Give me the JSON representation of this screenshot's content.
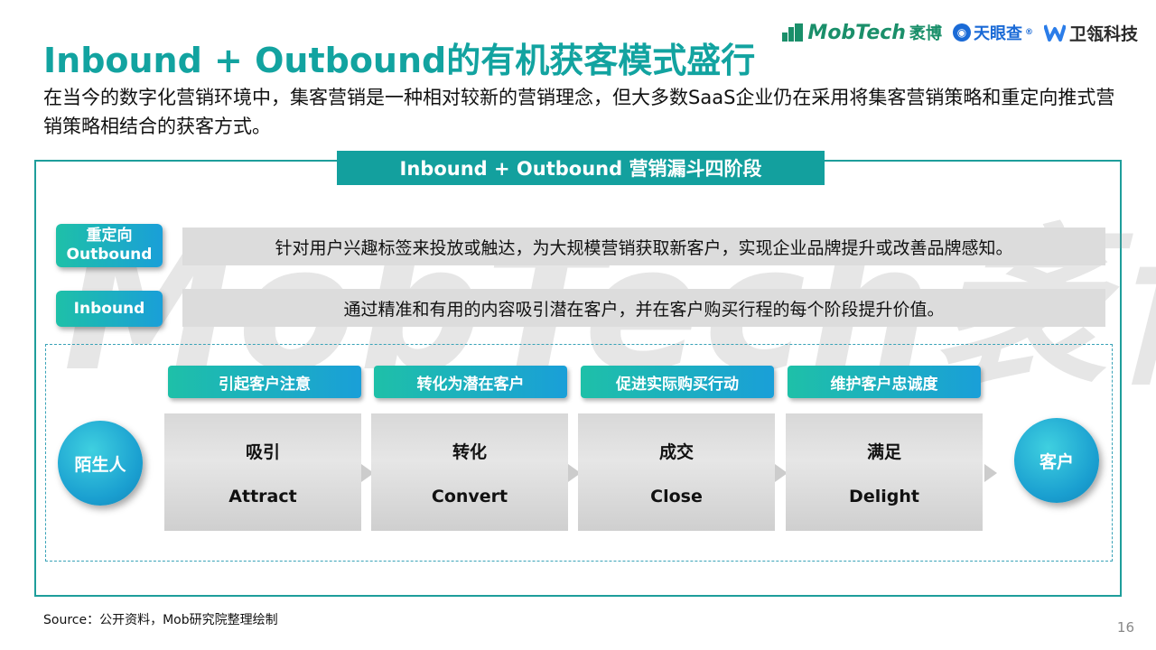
{
  "header": {
    "title": "Inbound + Outbound的有机获客模式盛行",
    "subtitle": "在当今的数字化营销环境中，集客营销是一种相对较新的营销理念，但大多数SaaS企业仍在采用将集客营销策略和重定向推式营销策略相结合的获客方式。"
  },
  "logos": {
    "mobtech_en": "MobTech",
    "mobtech_cn": "袤博",
    "tianyancha": "天眼查",
    "weizhi": "卫瓴科技"
  },
  "watermark": "MobTech袤博",
  "diagram": {
    "title": "Inbound + Outbound 营销漏斗四阶段",
    "rows": [
      {
        "tag_line1": "重定向",
        "tag_line2": "Outbound",
        "text": "针对用户兴趣标签来投放或触达，为大规模营销获取新客户，实现企业品牌提升或改善品牌感知。"
      },
      {
        "tag_line1": "Inbound",
        "tag_line2": "",
        "text": "通过精准和有用的内容吸引潜在客户，并在客户购买行程的每个阶段提升价值。"
      }
    ],
    "start": "陌生人",
    "end": "客户",
    "stages": [
      {
        "label": "引起客户注意",
        "cn": "吸引",
        "en": "Attract"
      },
      {
        "label": "转化为潜在客户",
        "cn": "转化",
        "en": "Convert"
      },
      {
        "label": "促进实际购买行动",
        "cn": "成交",
        "en": "Close"
      },
      {
        "label": "维护客户忠诚度",
        "cn": "满足",
        "en": "Delight"
      }
    ]
  },
  "footer": {
    "source": "Source：公开资料，Mob研究院整理绘制",
    "page": "16"
  },
  "colors": {
    "accent": "#12a3a0",
    "gradient_start": "#1ec0a8",
    "gradient_end": "#1a9fd8",
    "bar_bg": "#dcdcdc"
  }
}
